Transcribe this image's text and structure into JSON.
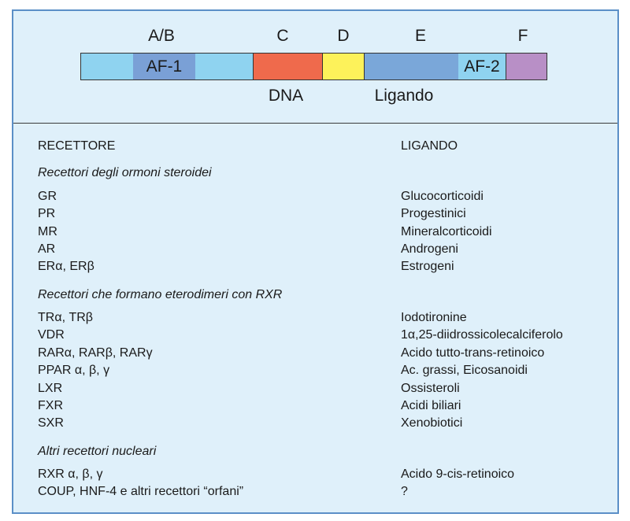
{
  "domains": {
    "ab": "A/B",
    "c": "C",
    "d": "D",
    "e": "E",
    "f": "F",
    "af1": "AF-1",
    "af2": "AF-2",
    "dna": "DNA",
    "ligand": "Ligando"
  },
  "colors": {
    "frame_border": "#5b8fc7",
    "background": "#dff0fa",
    "ab": "#8fd3f0",
    "af1": "#7aa0d6",
    "c": "#ef6a4c",
    "d": "#fdf25a",
    "e": "#7aa7d9",
    "af2": "#8fd3f0",
    "f": "#b88fc6"
  },
  "table": {
    "header_receptor": "RECETTORE",
    "header_ligand": "LIGANDO",
    "sections": [
      {
        "title": "Recettori degli ormoni steroidei",
        "rows": [
          {
            "receptor": "GR",
            "ligand": "Glucocorticoidi"
          },
          {
            "receptor": "PR",
            "ligand": "Progestinici"
          },
          {
            "receptor": "MR",
            "ligand": "Mineralcorticoidi"
          },
          {
            "receptor": "AR",
            "ligand": "Androgeni"
          },
          {
            "receptor": "ERα, ERβ",
            "ligand": "Estrogeni"
          }
        ]
      },
      {
        "title": "Recettori che formano eterodimeri con RXR",
        "rows": [
          {
            "receptor": "TRα, TRβ",
            "ligand": "Iodotironine"
          },
          {
            "receptor": "VDR",
            "ligand": "1α,25-diidrossicolecalciferolo"
          },
          {
            "receptor": "RARα, RARβ, RARγ",
            "ligand": "Acido tutto-trans-retinoico"
          },
          {
            "receptor": "PPAR α, β, γ",
            "ligand": "Ac. grassi, Eicosanoidi"
          },
          {
            "receptor": "LXR",
            "ligand": "Ossisteroli"
          },
          {
            "receptor": "FXR",
            "ligand": "Acidi biliari"
          },
          {
            "receptor": "SXR",
            "ligand": "Xenobiotici"
          }
        ]
      },
      {
        "title": "Altri recettori nucleari",
        "rows": [
          {
            "receptor": "RXR α, β, γ",
            "ligand": "Acido 9-cis-retinoico"
          },
          {
            "receptor": "COUP, HNF-4 e altri recettori “orfani”",
            "ligand": "?"
          }
        ]
      }
    ]
  }
}
